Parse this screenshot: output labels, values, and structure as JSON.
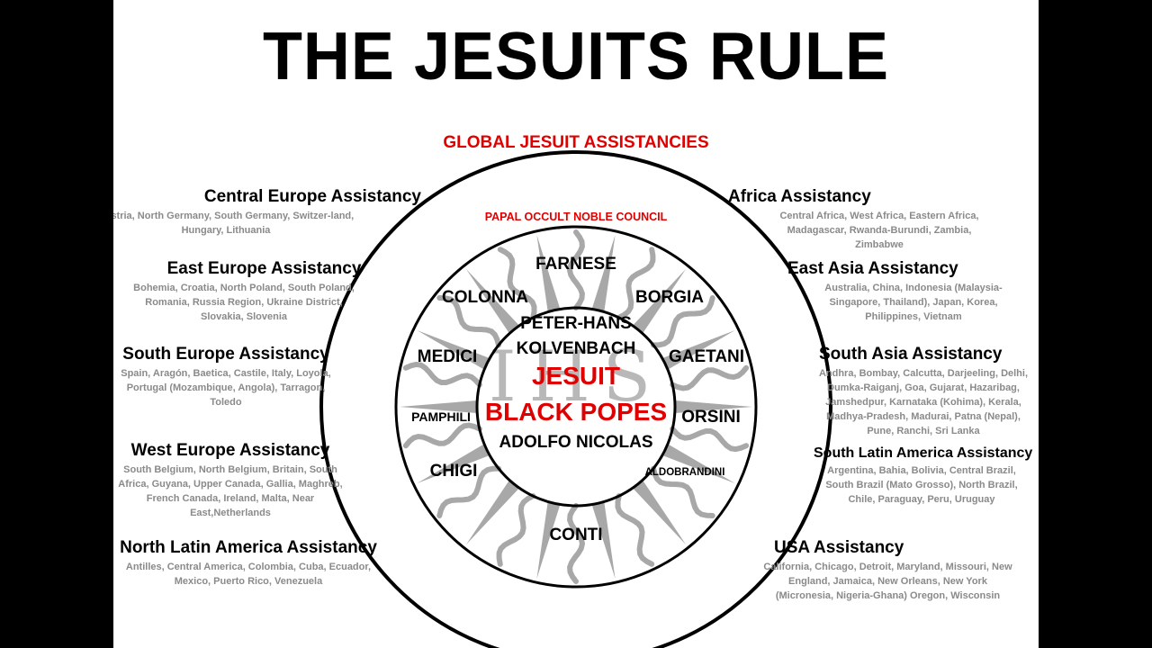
{
  "title": "THE JESUITS RULE",
  "subtitle": "GLOBAL JESUIT ASSISTANCIES",
  "council_label": "PAPAL OCCULT NOBLE COUNCIL",
  "colors": {
    "accent_red": "#e00000",
    "ray_gray": "#a8a8a8",
    "desc_gray": "#8a8a8a"
  },
  "families": {
    "farnese": "FARNESE",
    "colonna": "COLONNA",
    "borgia": "BORGIA",
    "medici": "MEDICI",
    "gaetani": "GAETANI",
    "pamphili": "PAMPHILI",
    "orsini": "ORSINI",
    "chigi": "CHIGI",
    "aldobrandini": "ALDOBRANDINI",
    "conti": "CONTI"
  },
  "center": {
    "name1_line1": "PETER-HANS",
    "name1_line2": "KOLVENBACH",
    "label_line1": "JESUIT",
    "label_line2": "BLACK POPES",
    "name2": "ADOLFO NICOLAS"
  },
  "assistancies": {
    "central_europe": {
      "name": "Central Europe Assistancy",
      "regions": "Austria, North Germany, South Germany, Switzer-land, Hungary, Lithuania"
    },
    "east_europe": {
      "name": "East Europe Assistancy",
      "regions": "Bohemia, Croatia, North Poland, South Poland, Romania, Russia Region, Ukraine District, Slovakia, Slovenia"
    },
    "south_europe": {
      "name": "South Europe Assistancy",
      "regions": "Spain, Aragón, Baetica, Castile, Italy, Loyola, Portugal (Mozambique, Angola), Tarragon, Toledo"
    },
    "west_europe": {
      "name": "West Europe Assistancy",
      "regions": "South Belgium, North Belgium, Britain, South Africa, Guyana, Upper Canada, Gallia, Maghreb, French Canada, Ireland, Malta, Near East,Netherlands"
    },
    "north_latin_america": {
      "name": "North Latin America Assistancy",
      "regions": "Antilles, Central America, Colombia, Cuba, Ecuador, Mexico, Puerto Rico, Venezuela"
    },
    "africa": {
      "name": "Africa Assistancy",
      "regions": "Central Africa, West Africa, Eastern Africa, Madagascar, Rwanda-Burundi, Zambia, Zimbabwe"
    },
    "east_asia": {
      "name": "East Asia Assistancy",
      "regions": "Australia, China, Indonesia (Malaysia-Singapore, Thailand), Japan, Korea, Philippines, Vietnam"
    },
    "south_asia": {
      "name": "South Asia Assistancy",
      "regions": "Andhra, Bombay, Calcutta, Darjeeling, Delhi, Dumka-Raiganj, Goa, Gujarat, Hazaribag, Jamshedpur, Karnataka (Kohima), Kerala, Madhya-Pradesh, Madurai, Patna (Nepal), Pune, Ranchi, Sri Lanka"
    },
    "south_latin_america": {
      "name": "South Latin America Assistancy",
      "regions": "Argentina, Bahia, Bolivia, Central Brazil, South Brazil (Mato Grosso), North Brazil, Chile, Paraguay, Peru, Uruguay"
    },
    "usa": {
      "name": "USA Assistancy",
      "regions": "California, Chicago, Detroit, Maryland, Missouri, New England, Jamaica, New Orleans, New York (Micronesia, Nigeria-Ghana) Oregon, Wisconsin"
    }
  }
}
